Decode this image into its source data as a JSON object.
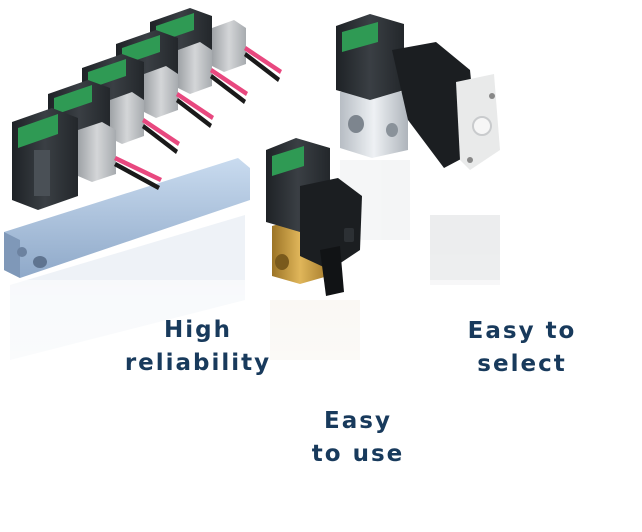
{
  "image": {
    "subject": "product-photo-solenoid-valves"
  },
  "captions": {
    "high_reliability": {
      "line1": "High",
      "line2": "reliability"
    },
    "easy_to_select": {
      "line1": "Easy to",
      "line2": "select"
    },
    "easy_to_use": {
      "line1": "Easy",
      "line2": "to use"
    }
  },
  "colors": {
    "caption_text": "#183a5c",
    "coil_housing": "#2b2f33",
    "nameplate_green": "#2f9a54",
    "manifold_blue": "#a9c2e0",
    "connector_gray": "#b9bcbf",
    "wire_pink": "#e8487f",
    "brass": "#c99a3c"
  }
}
